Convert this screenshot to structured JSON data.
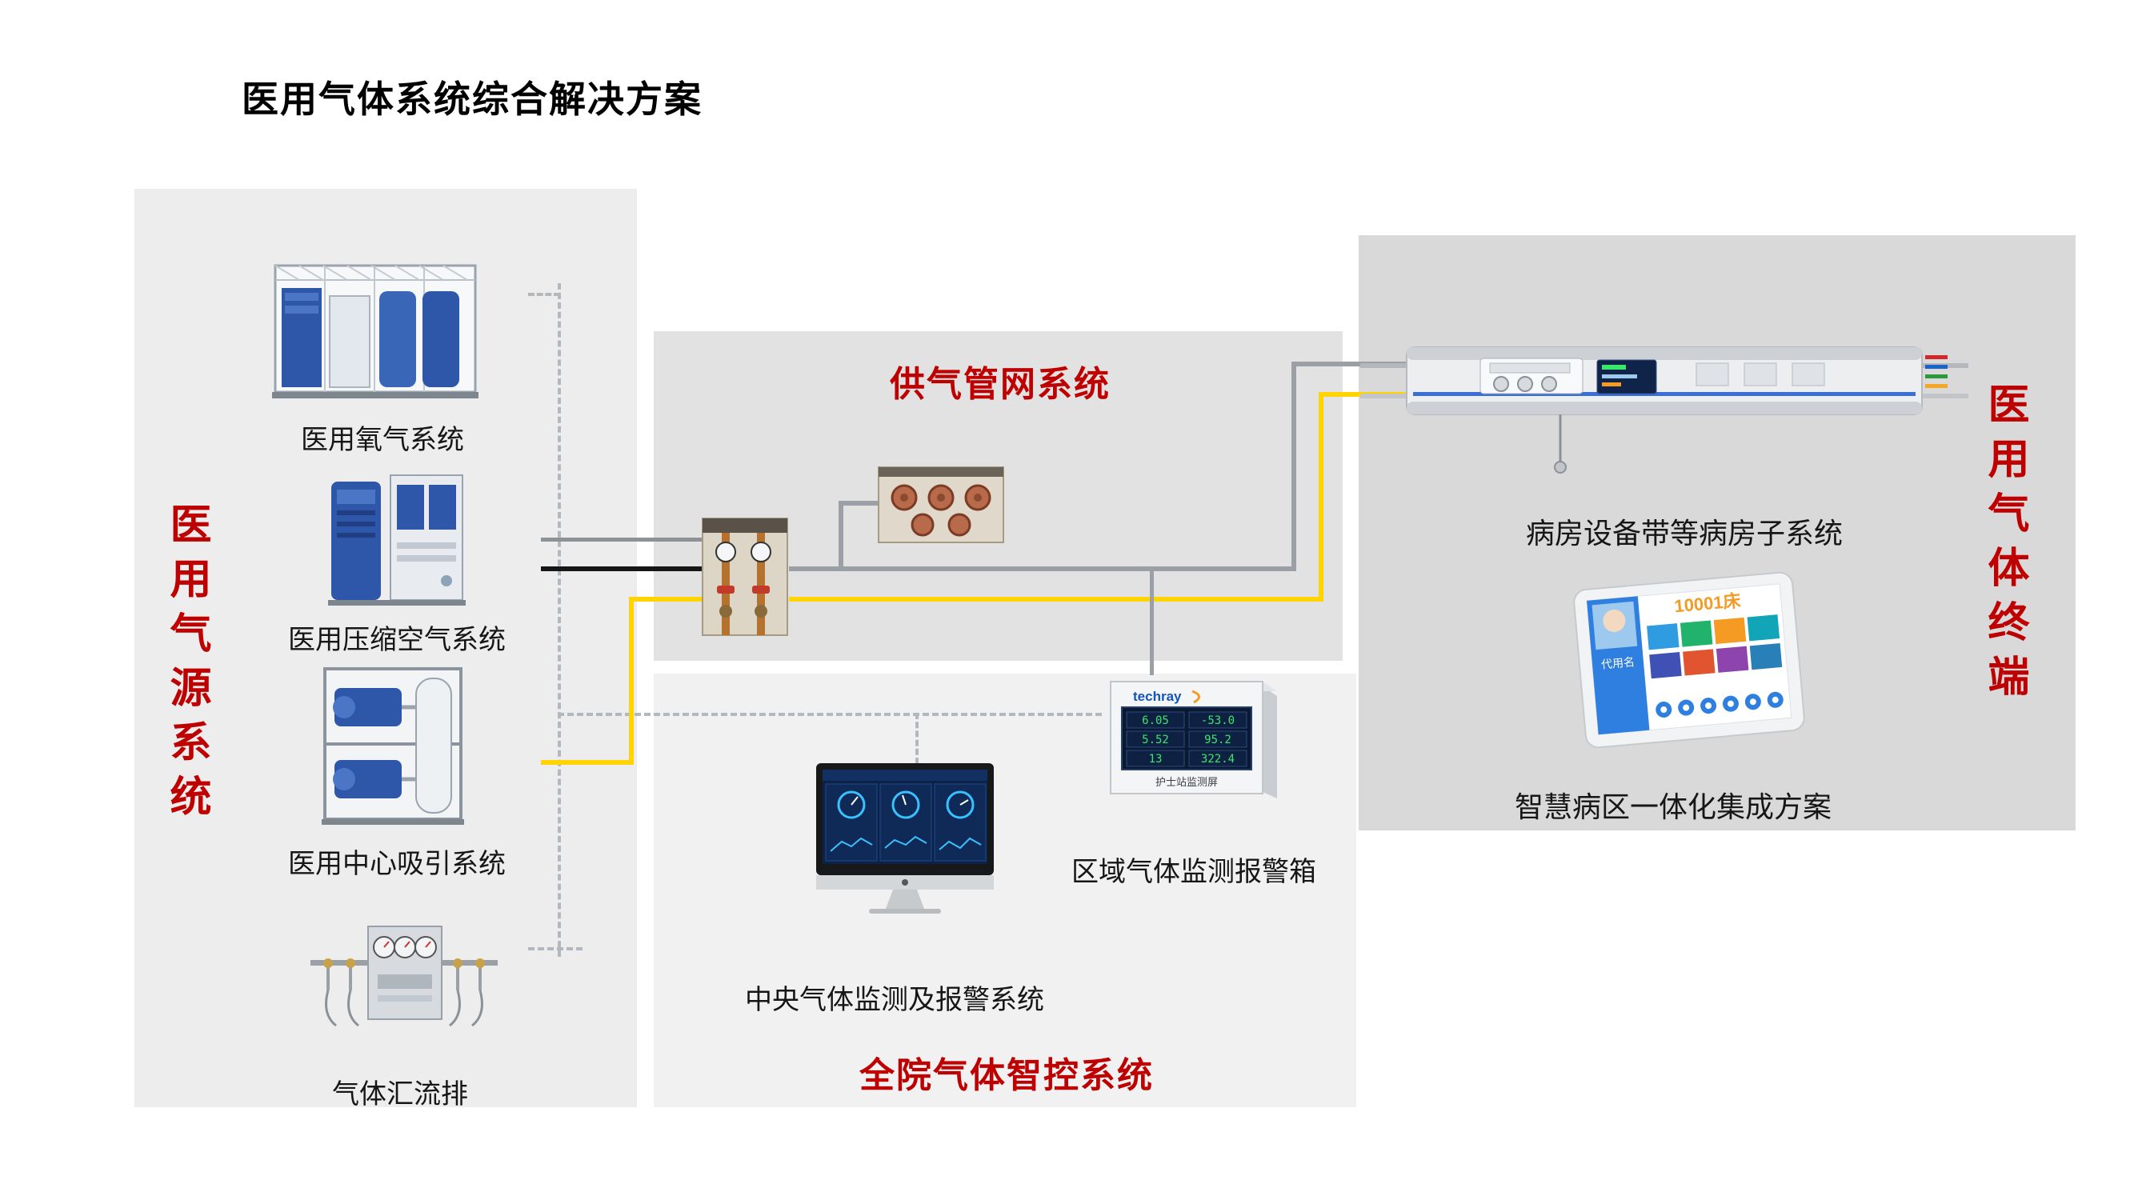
{
  "page": {
    "title": "医用气体系统综合解决方案"
  },
  "panels": {
    "source": {
      "label": "医用气源系统",
      "items": [
        {
          "label": "医用氧气系统"
        },
        {
          "label": "医用压缩空气系统"
        },
        {
          "label": "医用中心吸引系统"
        },
        {
          "label": "气体汇流排"
        }
      ]
    },
    "pipeline": {
      "title": "供气管网系统"
    },
    "control": {
      "title": "全院气体智控系统",
      "central_label": "中央气体监测及报警系统",
      "regional_label": "区域气体监测报警箱",
      "alarm_box": {
        "brand": "techray",
        "readings": [
          "6.05",
          "-53.0",
          "5.52",
          "95.2",
          "13",
          "322.4"
        ],
        "caption": "护士站监测屏"
      }
    },
    "terminal": {
      "label": "医用气体终端",
      "ward_label": "病房设备带等病房子系统",
      "smart_label": "智慧病区一体化集成方案",
      "tablet": {
        "name": "代用名",
        "bed": "10001床"
      }
    }
  },
  "colors": {
    "accent_red": "#bf0000",
    "line_yellow": "#ffd400",
    "line_gray": "#9aa0a6",
    "line_black": "#161616",
    "panel_light": "#ededed",
    "panel_dark": "#d9d9d9"
  }
}
